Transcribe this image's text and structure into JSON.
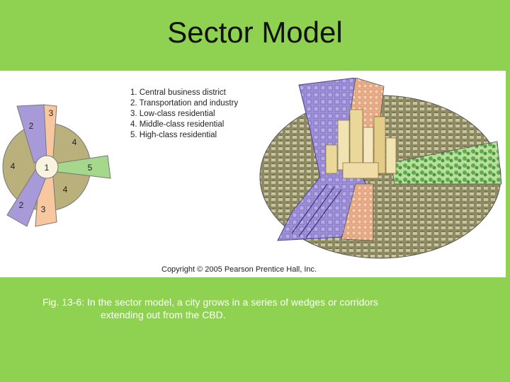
{
  "slide": {
    "title": "Sector Model"
  },
  "figure": {
    "legend": [
      "1. Central business district",
      "2. Transportation and industry",
      "3. Low-class residential",
      "4. Middle-class residential",
      "5. High-class residential"
    ],
    "zone_labels": [
      "1",
      "2",
      "2",
      "3",
      "3",
      "4",
      "4",
      "4",
      "5"
    ],
    "copyright": "Copyright © 2005 Pearson Prentice Hall, Inc.",
    "colors": {
      "cbd": "#f7f3de",
      "transportation": "#a89ad8",
      "low_class": "#f7c8a0",
      "middle_class": "#b9b07c",
      "high_class": "#a6d88c"
    }
  },
  "caption": {
    "line1": "Fig. 13-6: In the sector model, a city grows in a series of wedges or corridors",
    "line2": "extending out from the CBD."
  }
}
